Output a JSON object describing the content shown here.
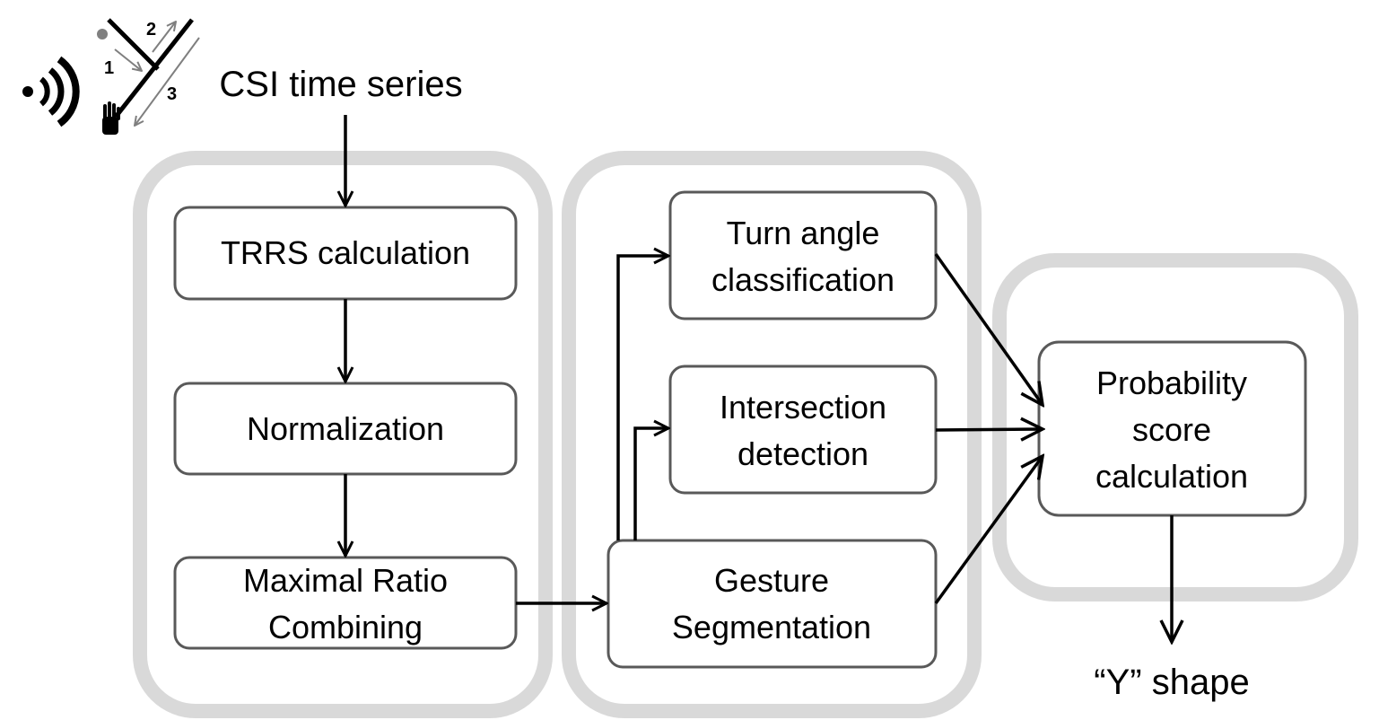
{
  "input": {
    "label": "CSI time series"
  },
  "output": {
    "label": "“Y” shape"
  },
  "icon": {
    "signal": "wireless-signal-icon",
    "gesture": "y-gesture-icon",
    "hand": "hand-icon",
    "steps": [
      "1",
      "2",
      "3"
    ]
  },
  "stage1": {
    "steps": [
      {
        "lines": [
          "TRRS calculation"
        ]
      },
      {
        "lines": [
          "Normalization"
        ]
      },
      {
        "lines": [
          "Maximal Ratio",
          "Combining"
        ]
      }
    ]
  },
  "stage2": {
    "turn": {
      "lines": [
        "Turn angle",
        "classification"
      ]
    },
    "intersection": {
      "lines": [
        "Intersection",
        "detection"
      ]
    },
    "segmentation": {
      "lines": [
        "Gesture",
        "Segmentation"
      ]
    }
  },
  "stage3": {
    "probability": {
      "lines": [
        "Probability",
        "score",
        "calculation"
      ]
    }
  },
  "colors": {
    "group_border": "#d9d9d9",
    "box_border": "#595959",
    "arrow": "#000000"
  }
}
